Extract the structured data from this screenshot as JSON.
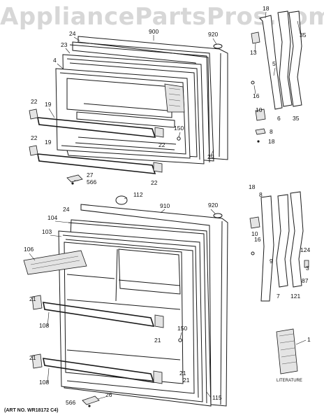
{
  "watermark": "AppliancePartsPros.com",
  "art_number": "(ART NO. WR18172 C4)",
  "upper_door_labels": [
    "18",
    "900",
    "920",
    "24",
    "23",
    "35",
    "13",
    "4",
    "5",
    "16",
    "22",
    "19",
    "10",
    "6",
    "35",
    "150",
    "8",
    "22",
    "18",
    "19",
    "29",
    "22",
    "27",
    "566"
  ],
  "lower_door_labels": [
    "112",
    "18",
    "8",
    "24",
    "910",
    "920",
    "104",
    "103",
    "10",
    "106",
    "16",
    "124",
    "9",
    "3",
    "87",
    "21",
    "7",
    "121",
    "108",
    "150",
    "21",
    "1",
    "21",
    "108",
    "21",
    "566",
    "26",
    "115"
  ],
  "literature": {
    "label": "LITERATURE",
    "number": "1"
  }
}
